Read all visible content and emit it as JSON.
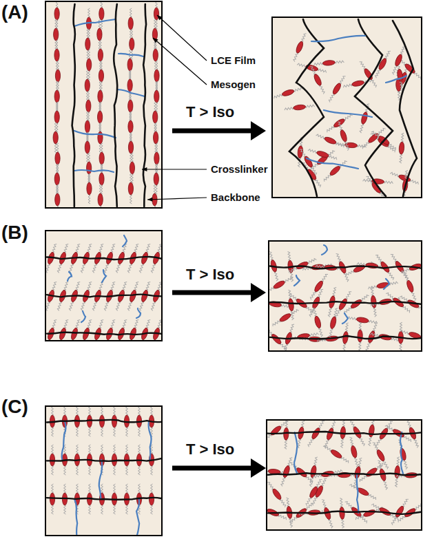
{
  "diagram": {
    "labels": [
      "(A)",
      "LCE Film",
      "Mesogen",
      "Crosslinker",
      "Backbone",
      "T > Iso",
      "(B)",
      "T > Iso",
      "(C)",
      "T > Iso"
    ]
  }
}
